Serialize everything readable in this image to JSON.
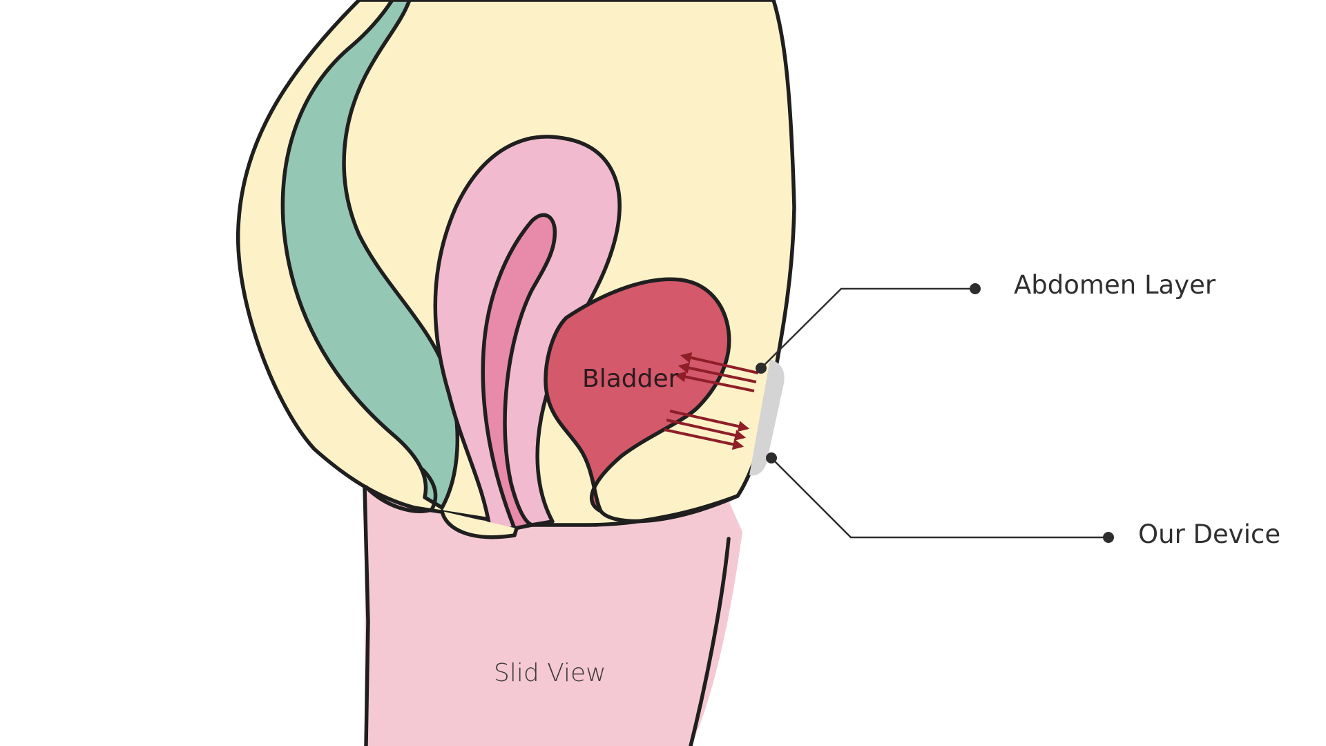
{
  "labels": {
    "abdomen_layer": "Abdomen Layer",
    "our_device": "Our Device",
    "bladder": "Bladder",
    "view": "Slid View"
  },
  "colors": {
    "abdomen_fill": "#fdf2c7",
    "rectum_fill": "#94c8b4",
    "uterus_outer_fill": "#f2bace",
    "uterus_inner_fill": "#e88aa9",
    "bladder_fill": "#d4596b",
    "leg_fill": "#f5c9d3",
    "device_fill": "#d4d4d4",
    "arrow_color": "#8e1e28",
    "outline_color": "#1f1f1f"
  },
  "icons": {
    "arrows_out": "arrow-right-icon",
    "arrows_in": "arrow-left-icon",
    "callout_marker": "dot-icon"
  }
}
